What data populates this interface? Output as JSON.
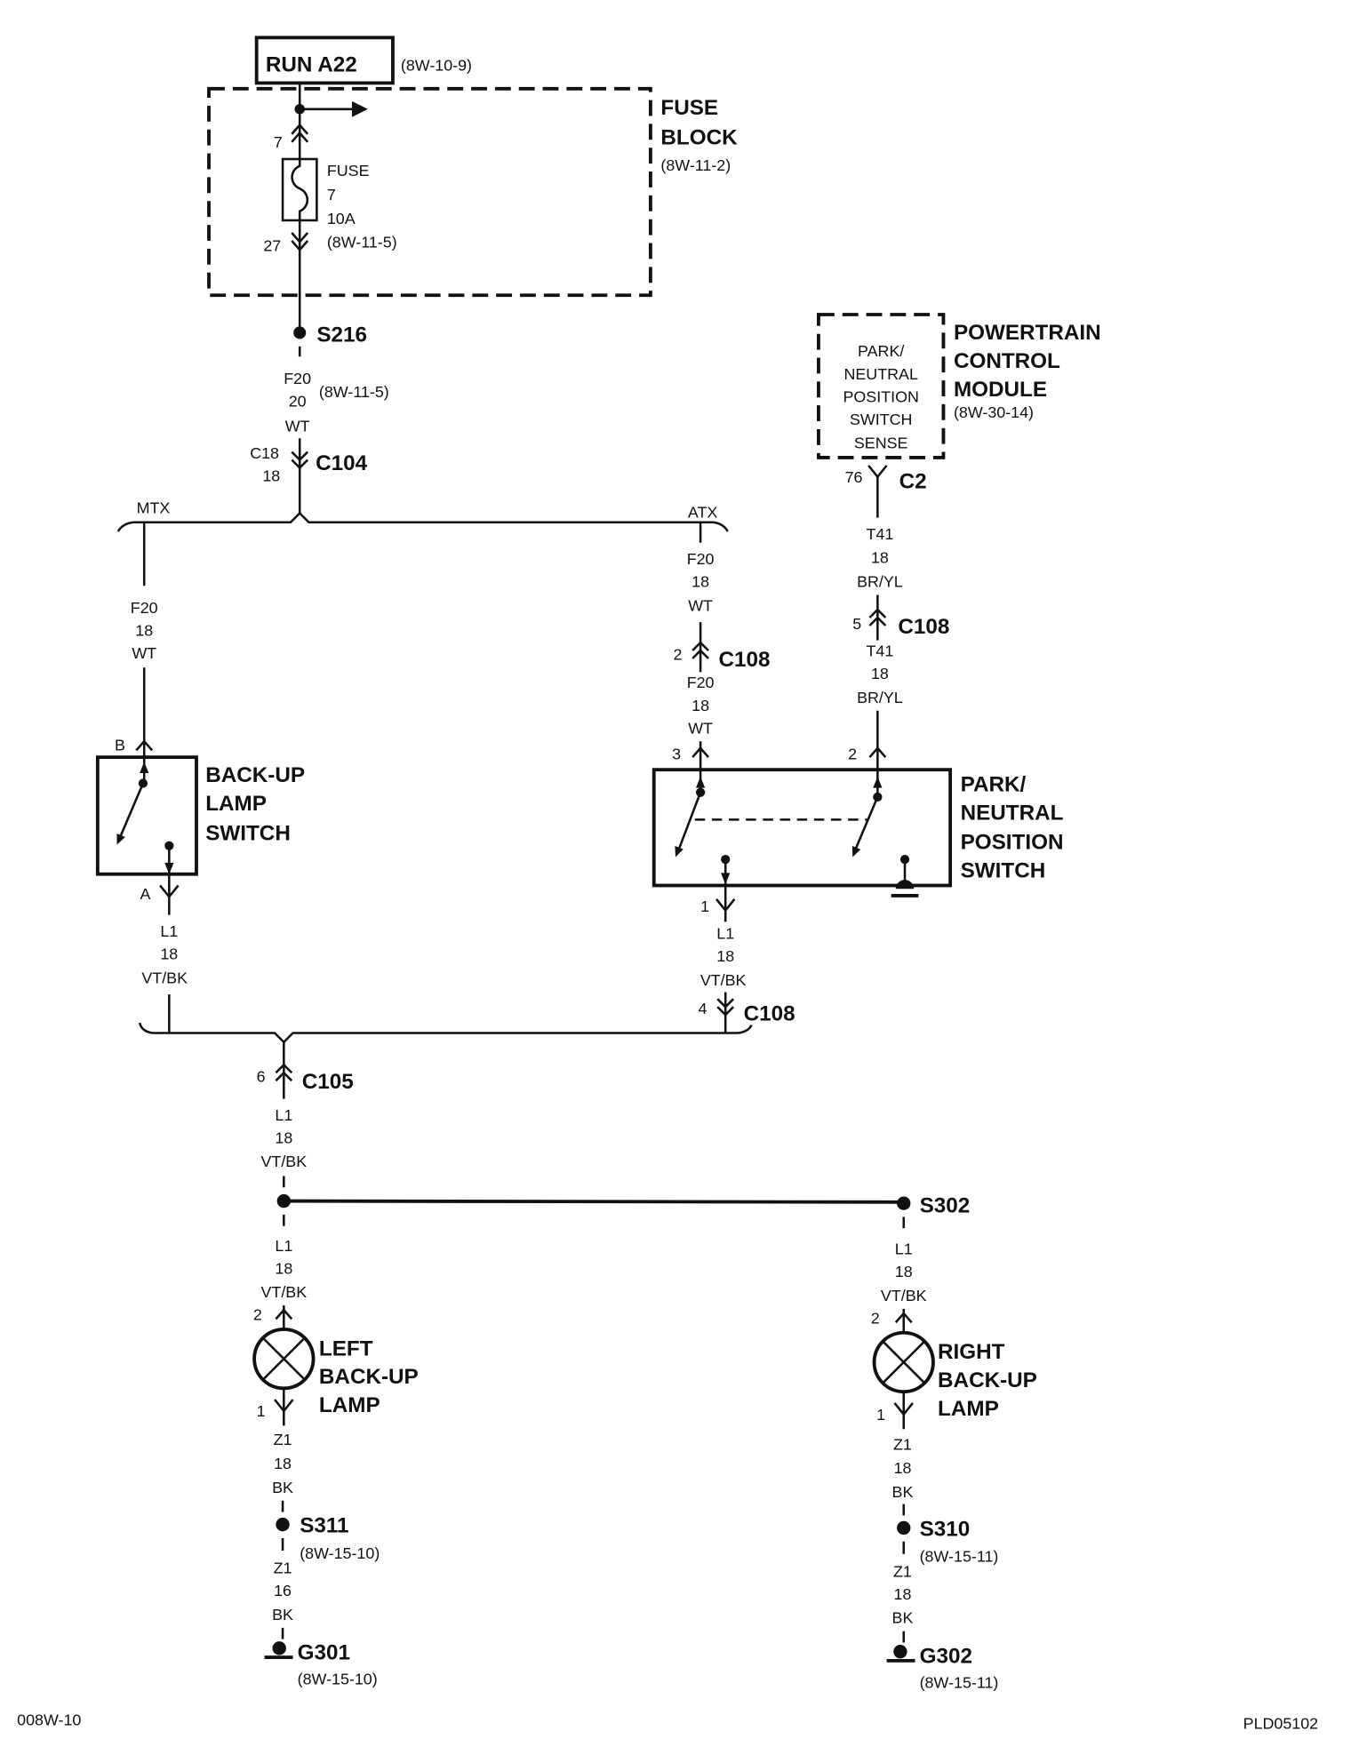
{
  "colors": {
    "ink": "#111111",
    "paper": "#ffffff"
  },
  "run_source": {
    "label": "RUN A22",
    "ref": "(8W-10-9)"
  },
  "fuse_block": {
    "title": [
      "FUSE",
      "BLOCK"
    ],
    "ref": "(8W-11-2)",
    "cavity_in": "7",
    "cavity_out": "27",
    "fuse": {
      "name": "FUSE",
      "number": "7",
      "rating": "10A",
      "ref": "(8W-11-5)"
    }
  },
  "splice_s216": {
    "label": "S216"
  },
  "wire_f20_feed": {
    "circuit": "F20",
    "gauge": "20",
    "color": "WT",
    "ref": "(8W-11-5)"
  },
  "connector_c104": {
    "cavity": "C18",
    "cavity_alt": "18",
    "label": "C104"
  },
  "branch_split": {
    "left": "MTX",
    "right": "ATX"
  },
  "mtx": {
    "wire_f20": {
      "circuit": "F20",
      "gauge": "18",
      "color": "WT"
    },
    "switch": {
      "pin_in": "B",
      "pin_out": "A",
      "title": [
        "BACK-UP",
        "LAMP",
        "SWITCH"
      ]
    },
    "wire_l1": {
      "circuit": "L1",
      "gauge": "18",
      "color": "VT/BK"
    }
  },
  "atx": {
    "wire_f20_upper": {
      "circuit": "F20",
      "gauge": "18",
      "color": "WT"
    },
    "connector_c108_f20": {
      "cavity": "2",
      "label": "C108"
    },
    "wire_f20_lower": {
      "circuit": "F20",
      "gauge": "18",
      "color": "WT"
    },
    "switch": {
      "pin_f20": "3",
      "pin_t41": "2",
      "pin_l1": "1",
      "title": [
        "PARK/",
        "NEUTRAL",
        "POSITION",
        "SWITCH"
      ]
    },
    "wire_l1": {
      "circuit": "L1",
      "gauge": "18",
      "color": "VT/BK"
    },
    "connector_c108_l1": {
      "cavity": "4",
      "label": "C108"
    }
  },
  "pcm": {
    "title": [
      "POWERTRAIN",
      "CONTROL",
      "MODULE"
    ],
    "ref": "(8W-30-14)",
    "input_label": [
      "PARK/",
      "NEUTRAL",
      "POSITION",
      "SWITCH",
      "SENSE"
    ],
    "cavity": "76",
    "connector": "C2",
    "wire_t41_upper": {
      "circuit": "T41",
      "gauge": "18",
      "color": "BR/YL"
    },
    "connector_c108": {
      "cavity": "5",
      "label": "C108"
    },
    "wire_t41_lower": {
      "circuit": "T41",
      "gauge": "18",
      "color": "BR/YL"
    }
  },
  "connector_c105": {
    "cavity": "6",
    "label": "C105"
  },
  "wire_l1_main": {
    "circuit": "L1",
    "gauge": "18",
    "color": "VT/BK"
  },
  "splice_s302": {
    "label": "S302"
  },
  "left_lamp": {
    "wire_l1": {
      "circuit": "L1",
      "gauge": "18",
      "color": "VT/BK"
    },
    "pin_in": "2",
    "pin_out": "1",
    "title": [
      "LEFT",
      "BACK-UP",
      "LAMP"
    ],
    "wire_z1_upper": {
      "circuit": "Z1",
      "gauge": "18",
      "color": "BK"
    },
    "splice": {
      "label": "S311",
      "ref": "(8W-15-10)"
    },
    "wire_z1_lower": {
      "circuit": "Z1",
      "gauge": "16",
      "color": "BK"
    },
    "ground": {
      "label": "G301",
      "ref": "(8W-15-10)"
    }
  },
  "right_lamp": {
    "wire_l1": {
      "circuit": "L1",
      "gauge": "18",
      "color": "VT/BK"
    },
    "pin_in": "2",
    "pin_out": "1",
    "title": [
      "RIGHT",
      "BACK-UP",
      "LAMP"
    ],
    "wire_z1_upper": {
      "circuit": "Z1",
      "gauge": "18",
      "color": "BK"
    },
    "splice": {
      "label": "S310",
      "ref": "(8W-15-11)"
    },
    "wire_z1_lower": {
      "circuit": "Z1",
      "gauge": "18",
      "color": "BK"
    },
    "ground": {
      "label": "G302",
      "ref": "(8W-15-11)"
    }
  },
  "footer": {
    "left": "008W-10",
    "right": "PLD05102"
  }
}
